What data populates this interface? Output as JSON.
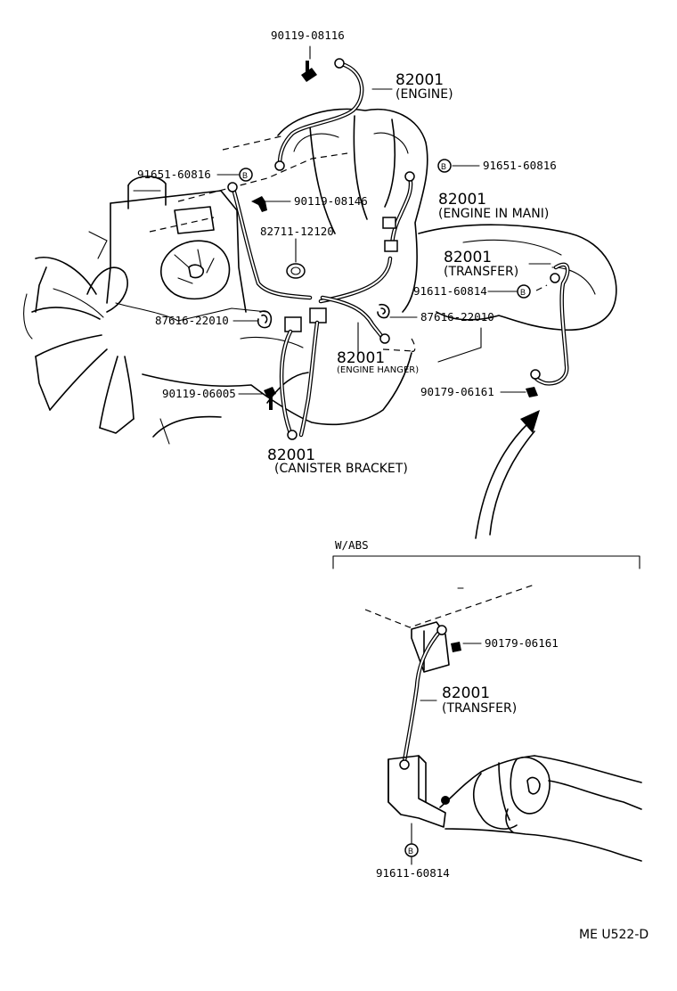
{
  "parts": {
    "bolt_top": "90119-08116",
    "strap_engine_no": "82001",
    "strap_engine_desc": "(ENGINE)",
    "nut_left_upper": "91651-60816",
    "nut_right_upper": "91651-60816",
    "bolt_mid": "90119-08146",
    "strap_mani_no": "82001",
    "strap_mani_desc": "(ENGINE IN MANI)",
    "clamp_12120": "82711-12120",
    "strap_transfer_no": "82001",
    "strap_transfer_desc": "(TRANSFER)",
    "bolt_91611_upper": "91611-60814",
    "clip_left": "87616-22010",
    "clip_right": "87616-22010",
    "strap_hanger_no": "82001",
    "strap_hanger_desc": "(ENGINE HANGER)",
    "bolt_06005": "90119-06005",
    "nut_06161_upper": "90179-06161",
    "strap_canister_no": "82001",
    "strap_canister_desc": "(CANISTER BRACKET)"
  },
  "abs": {
    "section_label": "W/ABS",
    "nut_06161": "90179-06161",
    "strap_no": "82001",
    "strap_desc": "(TRANSFER)",
    "bolt_60814": "91611-60814"
  },
  "footer": {
    "diagram_code": "ME U522-D"
  },
  "icons": {
    "bolt_marker": "B"
  }
}
